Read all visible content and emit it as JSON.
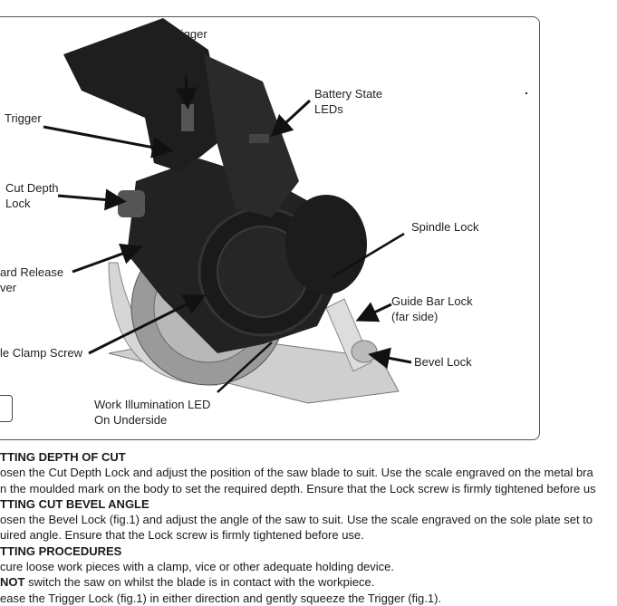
{
  "figure": {
    "labels": {
      "trigger_lock": "Trigger\nLock",
      "battery_leds": "Battery State\nLEDs",
      "trigger": "Trigger",
      "cut_depth_lock": "Cut Depth\nLock",
      "spindle_lock": "Spindle Lock",
      "guard_release": "ard Release\nver",
      "guide_bar_lock": "Guide Bar Lock\n(far side)",
      "blade_clamp": "le Clamp Screw",
      "bevel_lock": "Bevel Lock",
      "work_led": "Work Illumination LED\nOn Underside"
    }
  },
  "sections": [
    {
      "heading": "TTING DEPTH OF CUT",
      "lines": [
        "osen the Cut Depth Lock and adjust the position of the saw blade to suit. Use the scale engraved on the metal bra",
        "n the moulded mark on the body to set the required depth. Ensure that the Lock screw is firmly tightened before us"
      ]
    },
    {
      "heading": "TTING CUT BEVEL ANGLE",
      "lines": [
        "osen the Bevel Lock (fig.1) and adjust the angle of the saw to suit. Use the scale engraved on the sole plate set to",
        "uired angle. Ensure that the Lock screw is firmly tightened before use."
      ]
    },
    {
      "heading": "TTING PROCEDURES",
      "lines": [
        "cure loose work pieces with a clamp, vice or other adequate holding device.",
        "NOT switch the saw on whilst the blade is in contact with the workpiece.",
        "ease the Trigger Lock (fig.1) in either direction and gently squeeze the Trigger (fig.1)."
      ]
    }
  ]
}
